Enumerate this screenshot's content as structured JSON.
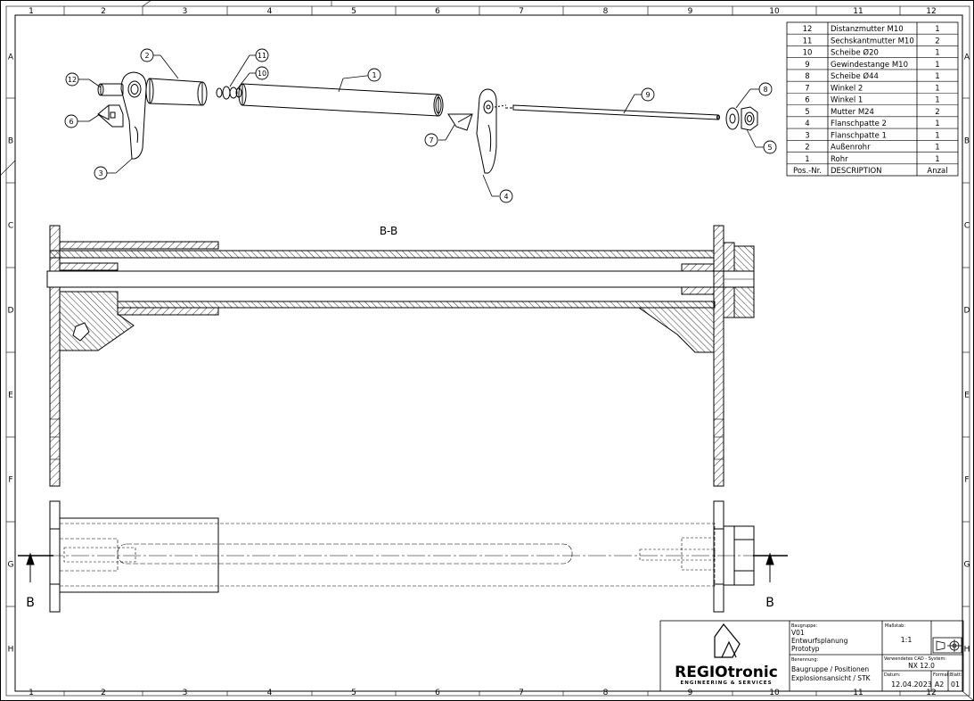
{
  "frame": {
    "columns": [
      "1",
      "2",
      "3",
      "4",
      "5",
      "6",
      "7",
      "8",
      "9",
      "10",
      "11",
      "12"
    ],
    "rows": [
      "A",
      "B",
      "C",
      "D",
      "E",
      "F",
      "G",
      "H"
    ]
  },
  "bom": {
    "headers": {
      "pos": "Pos.-Nr.",
      "desc": "DESCRIPTION",
      "qty": "Anzal"
    },
    "rows": [
      {
        "pos": "12",
        "desc": "Distanzmutter M10",
        "qty": "1"
      },
      {
        "pos": "11",
        "desc": "Sechskantmutter M10",
        "qty": "2"
      },
      {
        "pos": "10",
        "desc": "Scheibe Ø20",
        "qty": "1"
      },
      {
        "pos": "9",
        "desc": "Gewindestange M10",
        "qty": "1"
      },
      {
        "pos": "8",
        "desc": "Scheibe Ø44",
        "qty": "1"
      },
      {
        "pos": "7",
        "desc": "Winkel 2",
        "qty": "1"
      },
      {
        "pos": "6",
        "desc": "Winkel 1",
        "qty": "1"
      },
      {
        "pos": "5",
        "desc": "Mutter M24",
        "qty": "2"
      },
      {
        "pos": "4",
        "desc": "Flanschpatte 2",
        "qty": "1"
      },
      {
        "pos": "3",
        "desc": "Flanschpatte 1",
        "qty": "1"
      },
      {
        "pos": "2",
        "desc": "Außenrohr",
        "qty": "1"
      },
      {
        "pos": "1",
        "desc": "Rohr",
        "qty": "1"
      }
    ]
  },
  "balloons": [
    "1",
    "2",
    "3",
    "4",
    "5",
    "6",
    "7",
    "8",
    "9",
    "10",
    "11",
    "12"
  ],
  "section_view": {
    "label": "B-B"
  },
  "section_marks": {
    "left": "B",
    "right": "B"
  },
  "title_block": {
    "company_main": "REGIOtronic",
    "company_sub": "ENGINEERING & SERVICES",
    "baugruppe_label": "Baugruppe:",
    "baugruppe_lines": [
      "V01",
      "Entwurfsplanung",
      "Prototyp"
    ],
    "benennung_label": "Benennung:",
    "benennung_lines": [
      "Baugruppe / Positionen",
      "Explosionsansicht / STK"
    ],
    "massstab_label": "Maßstab:",
    "massstab_value": "1:1",
    "cad_label": "Verwendetes CAD - System:",
    "cad_value": "NX 12.0",
    "datum_label": "Datum:",
    "datum_value": "12.04.2023",
    "format_label": "Format:",
    "format_value": "A2",
    "blatt_label": "Blatt:",
    "blatt_value": "01"
  },
  "colors": {
    "line": "#000000",
    "hatch": "#000000",
    "background": "#ffffff"
  }
}
